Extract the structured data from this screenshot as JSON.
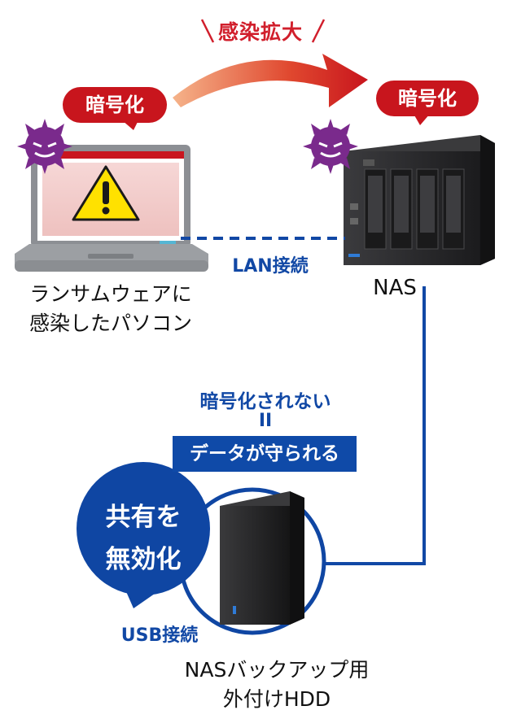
{
  "labels": {
    "infection_spread": "感染拡大",
    "encrypted_pc": "暗号化",
    "encrypted_nas": "暗号化",
    "pc_caption_line1": "ランサムウェアに",
    "pc_caption_line2": "感染したパソコン",
    "nas_caption": "NAS",
    "lan_connection": "LAN接続",
    "not_encrypted": "暗号化されない",
    "equals": "II",
    "data_protected": "データが守られる",
    "share_line1": "共有を",
    "share_line2": "無効化",
    "usb_connection": "USB接続",
    "hdd_caption_line1": "NASバックアップ用",
    "hdd_caption_line2": "外付けHDD"
  },
  "colors": {
    "red": "#c8151d",
    "blue": "#1148a5",
    "blue_box": "#0f4aa8",
    "virus": "#7a2a8c",
    "laptop_body": "#8c8f94",
    "nas_body": "#2b2b2d"
  },
  "icons": {
    "virus": "virus-icon",
    "warning": "warning-icon",
    "arrow": "curved-arrow-icon"
  }
}
